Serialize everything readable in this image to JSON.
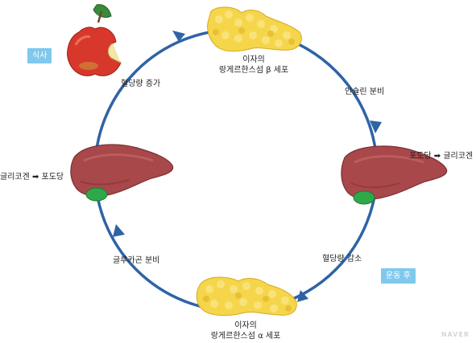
{
  "diagram": {
    "tags": {
      "meal": "식사",
      "after_exercise": "운동 후"
    },
    "labels": {
      "beta_cell": [
        "이자의",
        "랑게르한스섬 β 세포"
      ],
      "alpha_cell": [
        "이자의",
        "랑게르한스섬 α 세포"
      ],
      "insulin_secretion": "인슐린 분비",
      "glucose_to_glycogen": "포도당 ➡ 글리코겐",
      "blood_sugar_decrease": "혈당량 감소",
      "glucagon_secretion": "글루카곤 분비",
      "glycogen_to_glucose": "글리코겐 ➡ 포도당",
      "blood_sugar_increase": "혈당량 증가"
    },
    "watermark": "NAVER",
    "colors": {
      "cycle_arrow": "#2f63a6",
      "tag_background": "#7fc8ee",
      "liver": "#a8484a",
      "gallbladder": "#2fa84a",
      "pancreas": "#f5d64a",
      "apple": "#d8382c",
      "apple_leaf": "#3a8a3a"
    }
  }
}
